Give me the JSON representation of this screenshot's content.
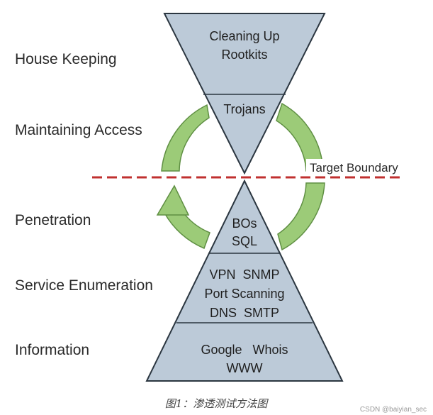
{
  "phases": [
    "House Keeping",
    "Maintaining Access",
    "Penetration",
    "Service Enumeration",
    "Information"
  ],
  "tiers": {
    "top": [
      "Cleaning Up",
      "Rootkits"
    ],
    "upper_neck": [
      "Trojans"
    ],
    "lower_neck": [
      "BOs",
      "SQL"
    ],
    "middle": [
      "VPN  SNMP",
      "Port Scanning",
      "DNS  SMTP"
    ],
    "bottom": [
      "Google   Whois",
      "WWW"
    ]
  },
  "boundary_label": "Target Boundary",
  "caption": "图1：渗透测试方法图",
  "watermark": "CSDN @baiyian_sec",
  "colors": {
    "triangle_fill": "#bccad8",
    "triangle_stroke": "#2b3640",
    "arrow_fill": "#9ccb78",
    "arrow_stroke": "#5f8f43",
    "boundary_line": "#c0302f"
  }
}
